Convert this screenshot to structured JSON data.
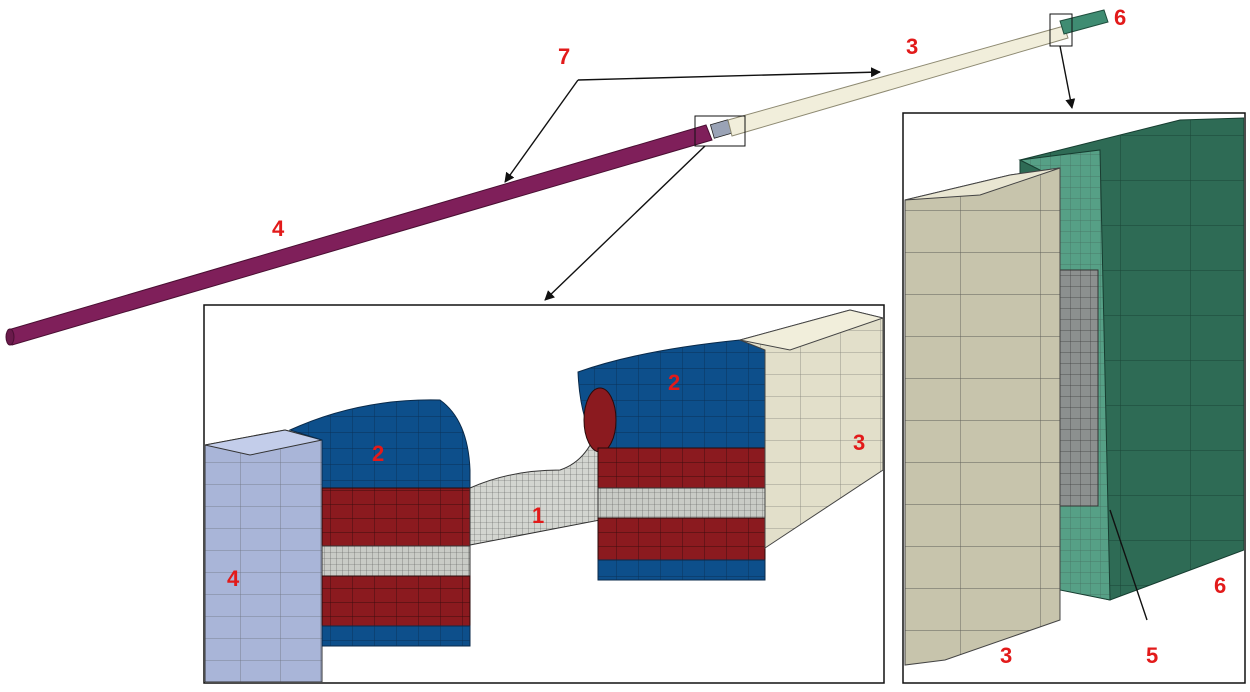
{
  "colors": {
    "specimen": "#c9cbc6",
    "clamp_block": "#0d4f8b",
    "clamp_insert": "#8b1a1f",
    "input_bar": "#a9b5d8",
    "output_bar": "#e9e6d2",
    "output_bar_dark": "#cfcab2",
    "bar_rod": "#7f1f5a",
    "absorber": "#56a086",
    "absorber_dark": "#2e6b55",
    "label": "#e21a1a",
    "outline": "#111111"
  },
  "labels": {
    "top_7": "7",
    "top_3": "3",
    "top_6": "6",
    "top_4": "4",
    "inset_left_2a": "2",
    "inset_left_2b": "2",
    "inset_left_1": "1",
    "inset_left_3": "3",
    "inset_left_4": "4",
    "inset_right_3": "3",
    "inset_right_5": "5",
    "inset_right_6": "6"
  }
}
